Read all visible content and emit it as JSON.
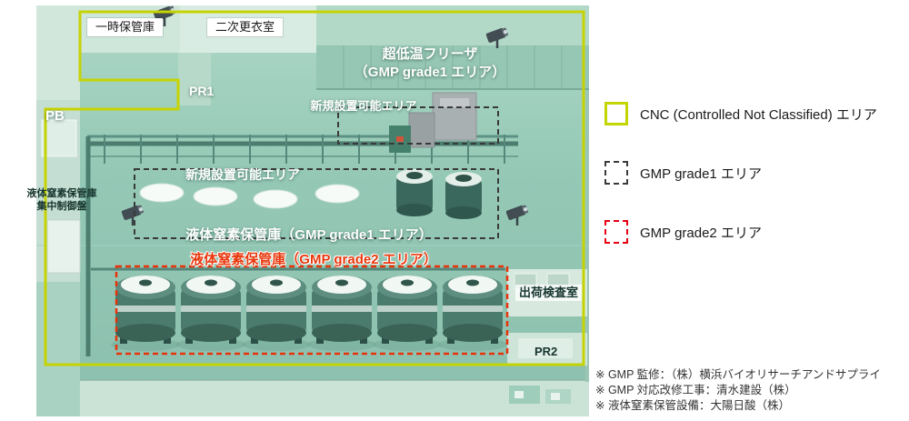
{
  "plan": {
    "labels": {
      "temp_storage": "一時保管庫",
      "changing_room": "二次更衣室",
      "pr1": "PR1",
      "pb": "PB",
      "pr2": "PR2",
      "freezer_line1": "超低温フリーザ",
      "freezer_line2": "（GMP grade1 エリア）",
      "new_area": "新規設置可能エリア",
      "control_line1": "液体窒素保管庫",
      "control_line2": "集中制御盤",
      "ln2_grade1": "液体窒素保管庫（GMP grade1 エリア）",
      "ln2_grade2": "液体窒素保管庫（GMP grade2 エリア）",
      "shipping_room": "出荷検査室"
    },
    "icons": {
      "camera": "security-camera-icon"
    }
  },
  "legend": {
    "items": [
      {
        "label": "CNC (Controlled Not Classified) エリア",
        "color": "#c3d600",
        "line_style": "solid"
      },
      {
        "label": "GMP grade1 エリア",
        "color": "#3a3a3a",
        "line_style": "dashed"
      },
      {
        "label": "GMP grade2 エリア",
        "color": "#e60012",
        "line_style": "dashed"
      }
    ]
  },
  "notes": [
    "※ GMP 監修：（株）横浜バイオリサーチアンドサプライ",
    "※ GMP 対応改修工事：清水建設（株）",
    "※ 液体窒素保管設備：大陽日酸（株）"
  ]
}
